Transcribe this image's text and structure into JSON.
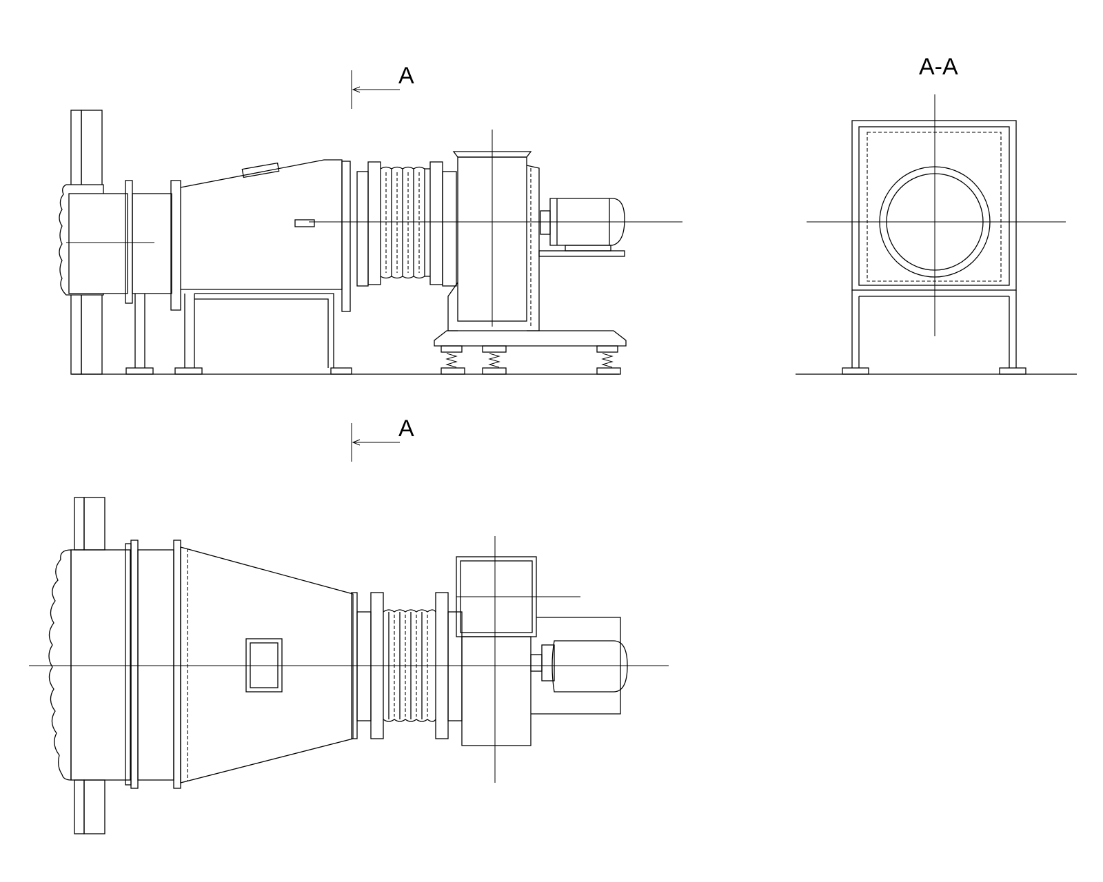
{
  "drawing": {
    "labels": {
      "section_marker_top": "A",
      "section_marker_bottom": "A",
      "section_view_title": "A-A"
    },
    "colors": {
      "line": "#000000",
      "background": "#ffffff"
    }
  }
}
